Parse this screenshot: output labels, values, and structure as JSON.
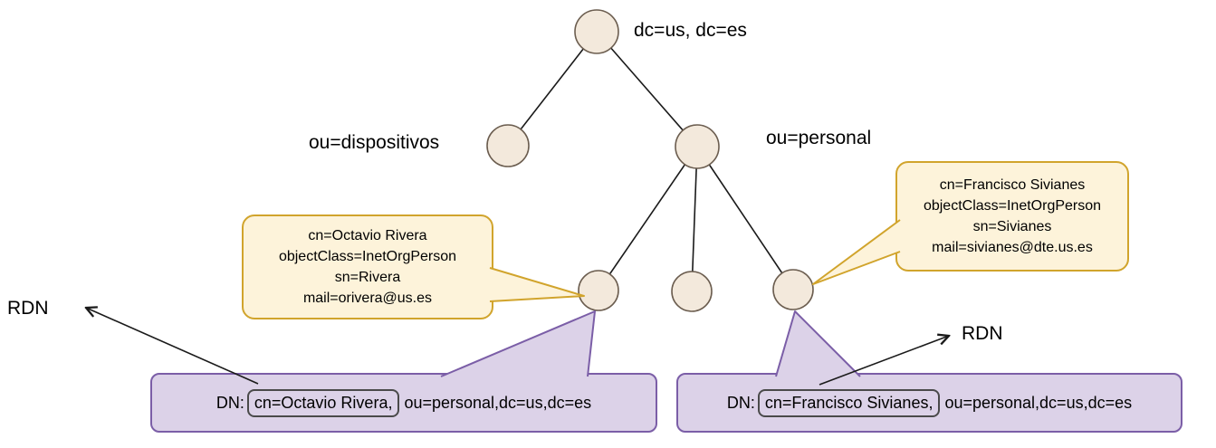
{
  "tree": {
    "root_label": "dc=us, dc=es",
    "ou_left_label": "ou=dispositivos",
    "ou_right_label": "ou=personal"
  },
  "callout_left": {
    "line1": "cn=Octavio Rivera",
    "line2": "objectClass=InetOrgPerson",
    "line3": "sn=Rivera",
    "line4": "mail=orivera@us.es"
  },
  "callout_right": {
    "line1": "cn=Francisco Sivianes",
    "line2": "objectClass=InetOrgPerson",
    "line3": "sn=Sivianes",
    "line4": "mail=sivianes@dte.us.es"
  },
  "dn_left": {
    "prefix": "DN:",
    "rdn": "cn=Octavio Rivera,",
    "suffix": "ou=personal,dc=us,dc=es"
  },
  "dn_right": {
    "prefix": "DN:",
    "rdn": "cn=Francisco Sivianes,",
    "suffix": "ou=personal,dc=us,dc=es"
  },
  "rdn_left_label": "RDN",
  "rdn_right_label": "RDN",
  "colors": {
    "node_fill": "#f3e9dc",
    "node_stroke": "#6b5d4f",
    "callout_fill": "#fdf3da",
    "callout_border": "#d1a42c",
    "dn_box_fill": "#dcd2e8",
    "dn_box_border": "#7b5ea7",
    "rdn_inner_border": "#4a4a4a",
    "line": "#1a1a1a"
  }
}
